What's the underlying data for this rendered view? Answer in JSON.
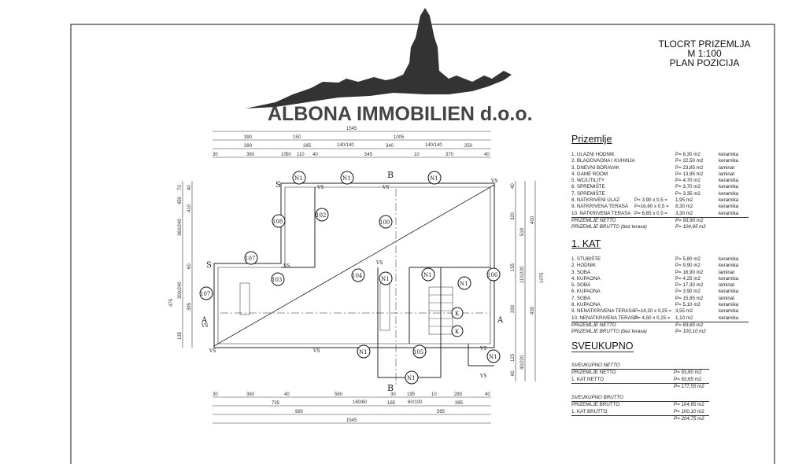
{
  "logo": {
    "company": "ALBONA IMMOBILIEN d.o.o."
  },
  "title": {
    "line1": "TLOCRT PRIZEMLJA",
    "line2": "M 1:100",
    "line3": "PLAN POZICIJA"
  },
  "prizemlje": {
    "heading": "Prizemlje",
    "rows": [
      {
        "name": "1. ULAZNI HODNIK",
        "calc": "",
        "area": "P=  8,30 m2",
        "floor": "keramika"
      },
      {
        "name": "2. BLAGOVAONA I KUHINJA",
        "calc": "",
        "area": "P= 22,50 m2",
        "floor": "keramika"
      },
      {
        "name": "3. DNEVNI BORAVAK",
        "calc": "",
        "area": "P= 23,85 m2",
        "floor": "laminat"
      },
      {
        "name": "4. GAME ROOM",
        "calc": "",
        "area": "P= 13,95 m2",
        "floor": "laminat"
      },
      {
        "name": "5. WC/UTILITY",
        "calc": "",
        "area": "P=  4,70 m2",
        "floor": "keramika"
      },
      {
        "name": "6. SPREMIŠTE",
        "calc": "",
        "area": "P=  3,70 m2",
        "floor": "keramika"
      },
      {
        "name": "7. SPREMIŠTE",
        "calc": "",
        "area": "P=  3,35 m2",
        "floor": "keramika"
      },
      {
        "name": "8. NATKRIVENI ULAZ",
        "calc": "P= 3,90 x 0,5 =",
        "area": "1,95 m2",
        "floor": "keramika"
      },
      {
        "name": "9. NATKRIVENA TERASA",
        "calc": "P=16,60 x 0,5 =",
        "area": "8,30 m2",
        "floor": "keramika"
      },
      {
        "name": "10. NATKRIVENA TERASA",
        "calc": "P= 6,65 x 0,5 =",
        "area": "3,30 m2",
        "floor": "keramika"
      }
    ],
    "netto_label": "PRIZEMLJE NETTO",
    "netto": "P=  93,90 m2",
    "brutto_label": "PRIZEMLJE BRUTTO (bez terasa)",
    "brutto": "P= 104,65 m2"
  },
  "kat": {
    "heading": "1. KAT",
    "rows": [
      {
        "name": "1. STUBIŠTE",
        "calc": "",
        "area": "P=  5,80 m2",
        "floor": "keramika"
      },
      {
        "name": "2. HODNIK",
        "calc": "",
        "area": "P=  9,90 m2",
        "floor": "keramika"
      },
      {
        "name": "3. SOBA",
        "calc": "",
        "area": "P= 16,90 m2",
        "floor": "laminat"
      },
      {
        "name": "4. KUPAONA",
        "calc": "",
        "area": "P=  4,25 m2",
        "floor": "keramika"
      },
      {
        "name": "5. SOBA",
        "calc": "",
        "area": "P= 17,30 m2",
        "floor": "laminat"
      },
      {
        "name": "6. KUPAONA",
        "calc": "",
        "area": "P=  3,90 m2",
        "floor": "keramika"
      },
      {
        "name": "7. SOBA",
        "calc": "",
        "area": "P= 15,85 m2",
        "floor": "laminat"
      },
      {
        "name": "8. KUPAONA",
        "calc": "",
        "area": "P=  5,10 m2",
        "floor": "keramika"
      },
      {
        "name": "9. NENATKRIVENA TERASA",
        "calc": "P=14,20 x 0,25 =",
        "area": "3,55 m2",
        "floor": "keramika"
      },
      {
        "name": "10. NENATKRIVENA TERASA",
        "calc": "P= 4,50 x 0,25 =",
        "area": "1,10 m2",
        "floor": "keramika"
      }
    ],
    "netto_label": "PRIZEMLJE NETTO",
    "netto": "P=  83,65 m2",
    "brutto_label": "PRIZEMLJE BRUTTO (bez terasa)",
    "brutto": "P= 100,10 m2"
  },
  "sveukupno": {
    "heading": "SVEUKUPNO",
    "netto_title": "SVEUKUPNO NETTO",
    "netto_rows": [
      {
        "name": "PRIZEMLJE NETTO",
        "area": "P=  93,90 m2"
      },
      {
        "name": "1. KAT NETTO",
        "area": "P=  83,65 m2"
      }
    ],
    "netto_total": "P= 177,55 m2",
    "brutto_title": "SVEUKUPNO BRUTTO",
    "brutto_rows": [
      {
        "name": "PRIZEMLJE BRUTTO",
        "area": "P= 104,65 m2"
      },
      {
        "name": "1. KAT BRUTTO",
        "area": "P= 100,10 m2"
      }
    ],
    "brutto_total": "P= 204,75 m2"
  },
  "plan": {
    "top_dims": {
      "r1": [
        "1545"
      ],
      "r2": [
        "390",
        "150",
        "1005"
      ],
      "r3": [
        "390",
        "285",
        "140/140",
        "340",
        "140/140",
        "250"
      ],
      "r4": [
        "30",
        "360",
        "10",
        "50",
        "110",
        "40",
        "545",
        "10",
        "370",
        "40"
      ]
    },
    "bottom_dims": {
      "r1": [
        "30",
        "360",
        "40",
        "560",
        "30",
        "195",
        "10",
        "280",
        "40"
      ],
      "r2": [
        "735",
        "160/60",
        "195",
        "60/100",
        "395"
      ],
      "r3": [
        "980",
        "565"
      ],
      "r4": [
        "1545"
      ]
    },
    "left_dims": [
      "450",
      "360/240",
      "410",
      "475",
      "300/240",
      "395",
      "135",
      "70",
      "40",
      "60"
    ],
    "right_dims": [
      "320",
      "400",
      "518",
      "1075",
      "155",
      "110/220",
      "200",
      "430",
      "125",
      "40/220",
      "60",
      "40"
    ],
    "labels": {
      "n1": "N1",
      "k": "K",
      "vs": "VS",
      "s": "S",
      "a": "A",
      "b": "B",
      "p100": "100",
      "p102": "102",
      "p103": "103",
      "p104": "104",
      "p105": "105",
      "p106": "106",
      "p107": "107",
      "p108": "108"
    }
  }
}
